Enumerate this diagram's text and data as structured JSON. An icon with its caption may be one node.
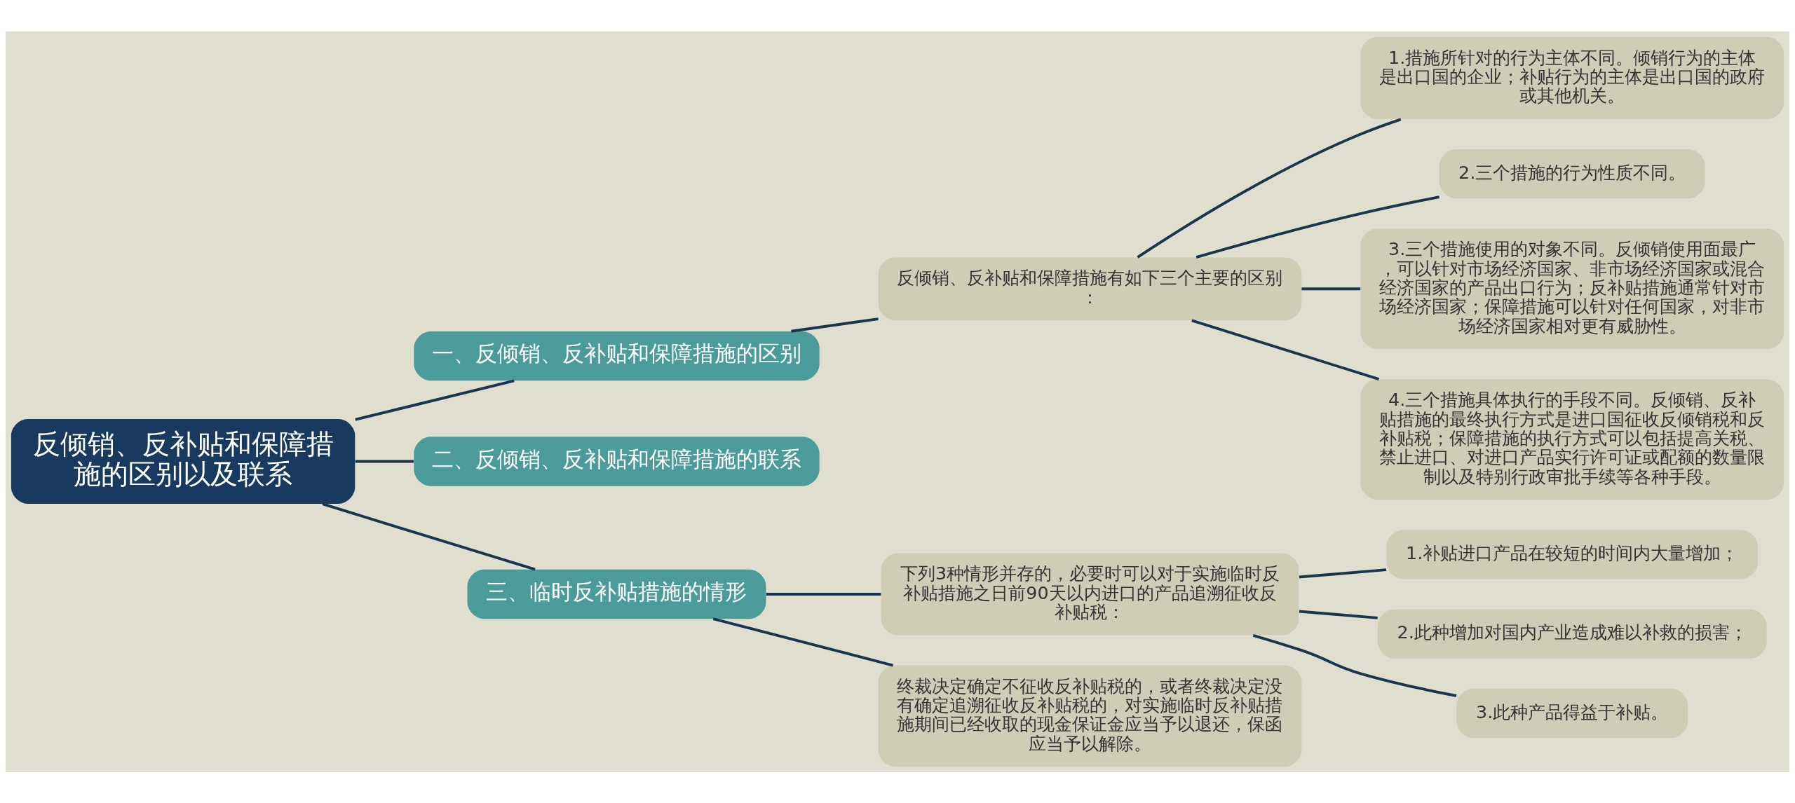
{
  "diagram": {
    "nodes": [
      {
        "text": [
          "反倾销、反补贴和保障措施的区别以及联系"
        ]
      },
      {
        "text": [
          "一、反倾销、反补贴和保障措施的区别"
        ]
      },
      {
        "text": [
          "反倾销、反补贴和保障措施有如下三个主要的区别："
        ]
      },
      {
        "text": [
          "1.措施所针对的行为主体不同。倾销行为的主体是出口国的企业；补贴行为的主体是出口国的政府或其他机关。"
        ]
      },
      {
        "text": [
          "2.三个措施的行为性质不同。"
        ]
      },
      {
        "text": [
          "3.三个措施使用的对象不同。反倾销使用面最广，可以针对市场经济国家、非市场经济国家或混合经济国家的产品出口行为；反补贴措施通常针对市场经济国家；保障措施可以针对任何国家，对非市场经济国家相对更有威胁性。"
        ]
      },
      {
        "text": [
          "4.三个措施具体执行的手段不同。反倾销、反补贴措施的最终执行方式是进口国征收反倾销税和反补贴税；保障措施的执行方式可以包括提高关税、禁止进口、对进口产品实行许可证或配额的数量限制以及特别行政审批手续等各种手段。"
        ]
      },
      {
        "text": [
          "二、反倾销、反补贴和保障措施的联系"
        ]
      },
      {
        "text": [
          "三、临时反补贴措施的情形"
        ]
      },
      {
        "text": [
          "下列3种情形并存的，必要时可以对于实施临时反补贴措施之日前90天以内进口的产品追溯征收反补贴税："
        ]
      },
      {
        "text": [
          "1.补贴进口产品在较短的时间内大量增加；"
        ]
      },
      {
        "text": [
          "2.此种增加对国内产业造成难以补救的损害；"
        ]
      },
      {
        "text": [
          "3.此种产品得益于补贴。"
        ]
      },
      {
        "text": [
          "终裁决定确定不征收反补贴税的，或者终裁决定没有确定追溯征收反补贴税的，对实施临时反补贴措施期间已经收取的现金保证金应当予以退还，保函应当予以解除。"
        ]
      }
    ],
    "edges": [
      {
        "from": 0,
        "to": 1,
        "arrow": "none"
      },
      {
        "from": 1,
        "to": 2,
        "arrow": "none"
      },
      {
        "from": 2,
        "to": 3,
        "arrow": "none"
      },
      {
        "from": 2,
        "to": 4,
        "arrow": "none"
      },
      {
        "from": 2,
        "to": 5,
        "arrow": "none"
      },
      {
        "from": 2,
        "to": 6,
        "arrow": "none"
      },
      {
        "from": 0,
        "to": 7,
        "arrow": "none"
      },
      {
        "from": 0,
        "to": 8,
        "arrow": "none"
      },
      {
        "from": 8,
        "to": 9,
        "arrow": "none"
      },
      {
        "from": 9,
        "to": 10,
        "arrow": "none"
      },
      {
        "from": 9,
        "to": 11,
        "arrow": "none"
      },
      {
        "from": 9,
        "to": 12,
        "arrow": "none"
      },
      {
        "from": 8,
        "to": 13,
        "arrow": "none"
      }
    ]
  }
}
